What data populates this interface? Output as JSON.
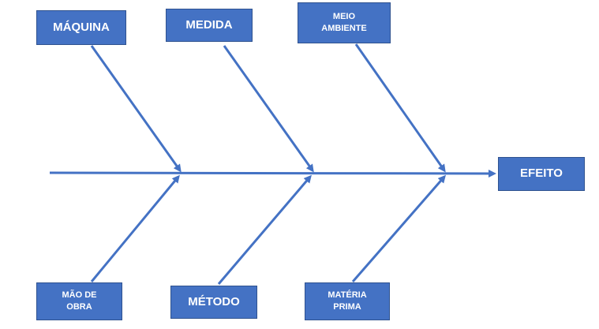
{
  "colors": {
    "box_fill": "#4472C4",
    "box_border": "#2F528F",
    "line": "#4472C4",
    "text": "#FFFFFF"
  },
  "effect": {
    "label": "EFEITO"
  },
  "categories": {
    "maquina": "MÁQUINA",
    "medida": "MEDIDA",
    "meio_ambiente": "MEIO\nAMBIENTE",
    "mao_de_obra": "MÃO DE\nOBRA",
    "metodo": "MÉTODO",
    "materia_prima": "MATÉRIA\nPRIMA"
  }
}
